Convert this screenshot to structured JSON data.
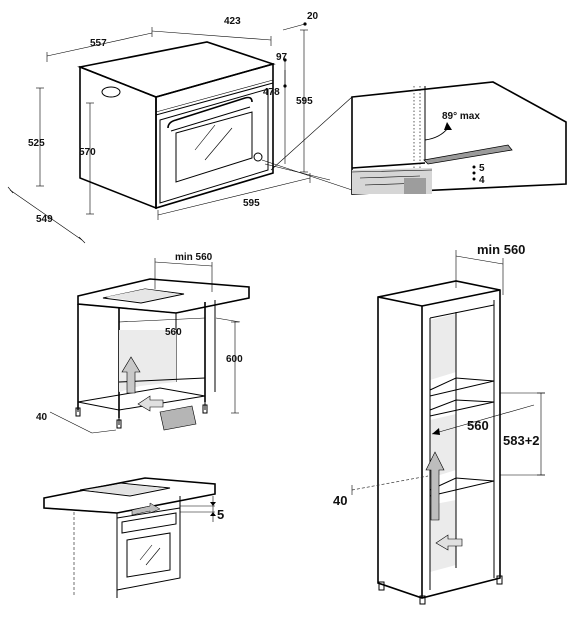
{
  "oven_dims": {
    "top_depth": "423",
    "top_offset": "20",
    "width_top": "557",
    "door_gap": "97",
    "inner_height": "478",
    "total_height": "595",
    "left_height": "525",
    "front_height": "570",
    "depth": "549",
    "width_bottom": "595"
  },
  "detail": {
    "angle": "89° max",
    "gap_a": "5",
    "gap_b": "4"
  },
  "undercounter": {
    "min_width": "min 560",
    "inner_width": "560",
    "height": "600",
    "depth": "40"
  },
  "column": {
    "min_width": "min 560",
    "inner_width": "560",
    "height": "583+2",
    "depth": "40"
  },
  "hob": {
    "gap": "5"
  }
}
